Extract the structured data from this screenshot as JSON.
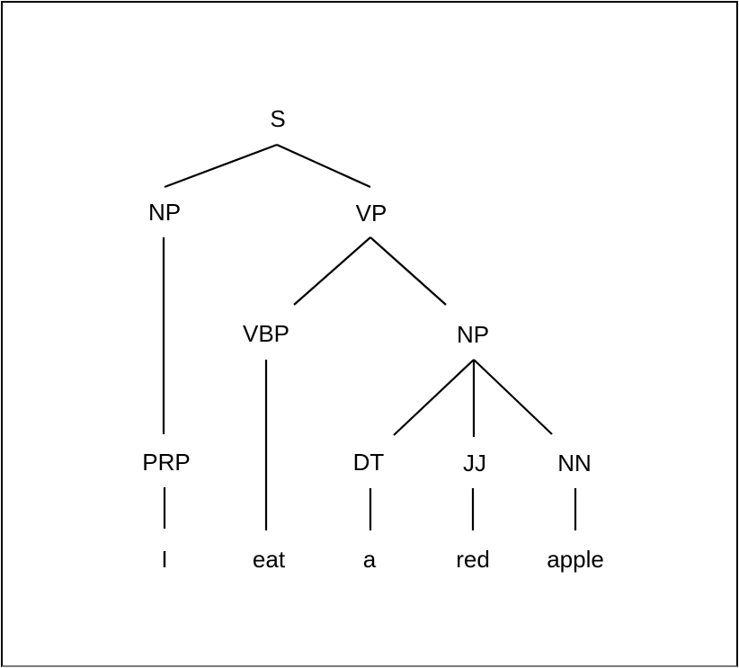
{
  "diagram": {
    "type": "constituency-parse-tree",
    "sentence": "I eat a red apple",
    "colors": {
      "background": "#ffffff",
      "line": "#000000",
      "text": "#000000",
      "border": "#000000"
    },
    "tree": {
      "label": "S",
      "children": [
        {
          "label": "NP",
          "children": [
            {
              "label": "PRP",
              "children": [
                {
                  "label": "I"
                }
              ]
            }
          ]
        },
        {
          "label": "VP",
          "children": [
            {
              "label": "VBP",
              "children": [
                {
                  "label": "eat"
                }
              ]
            },
            {
              "label": "NP",
              "children": [
                {
                  "label": "DT",
                  "children": [
                    {
                      "label": "a"
                    }
                  ]
                },
                {
                  "label": "JJ",
                  "children": [
                    {
                      "label": "red"
                    }
                  ]
                },
                {
                  "label": "NN",
                  "children": [
                    {
                      "label": "apple"
                    }
                  ]
                }
              ]
            }
          ]
        }
      ]
    },
    "edges": [
      "S-NP",
      "S-VP",
      "NP-PRP",
      "VP-VBP",
      "VP-NP",
      "VBP-eat",
      "NP-DT",
      "NP-JJ",
      "NP-NN",
      "PRP-I",
      "DT-a",
      "JJ-red",
      "NN-apple"
    ]
  }
}
